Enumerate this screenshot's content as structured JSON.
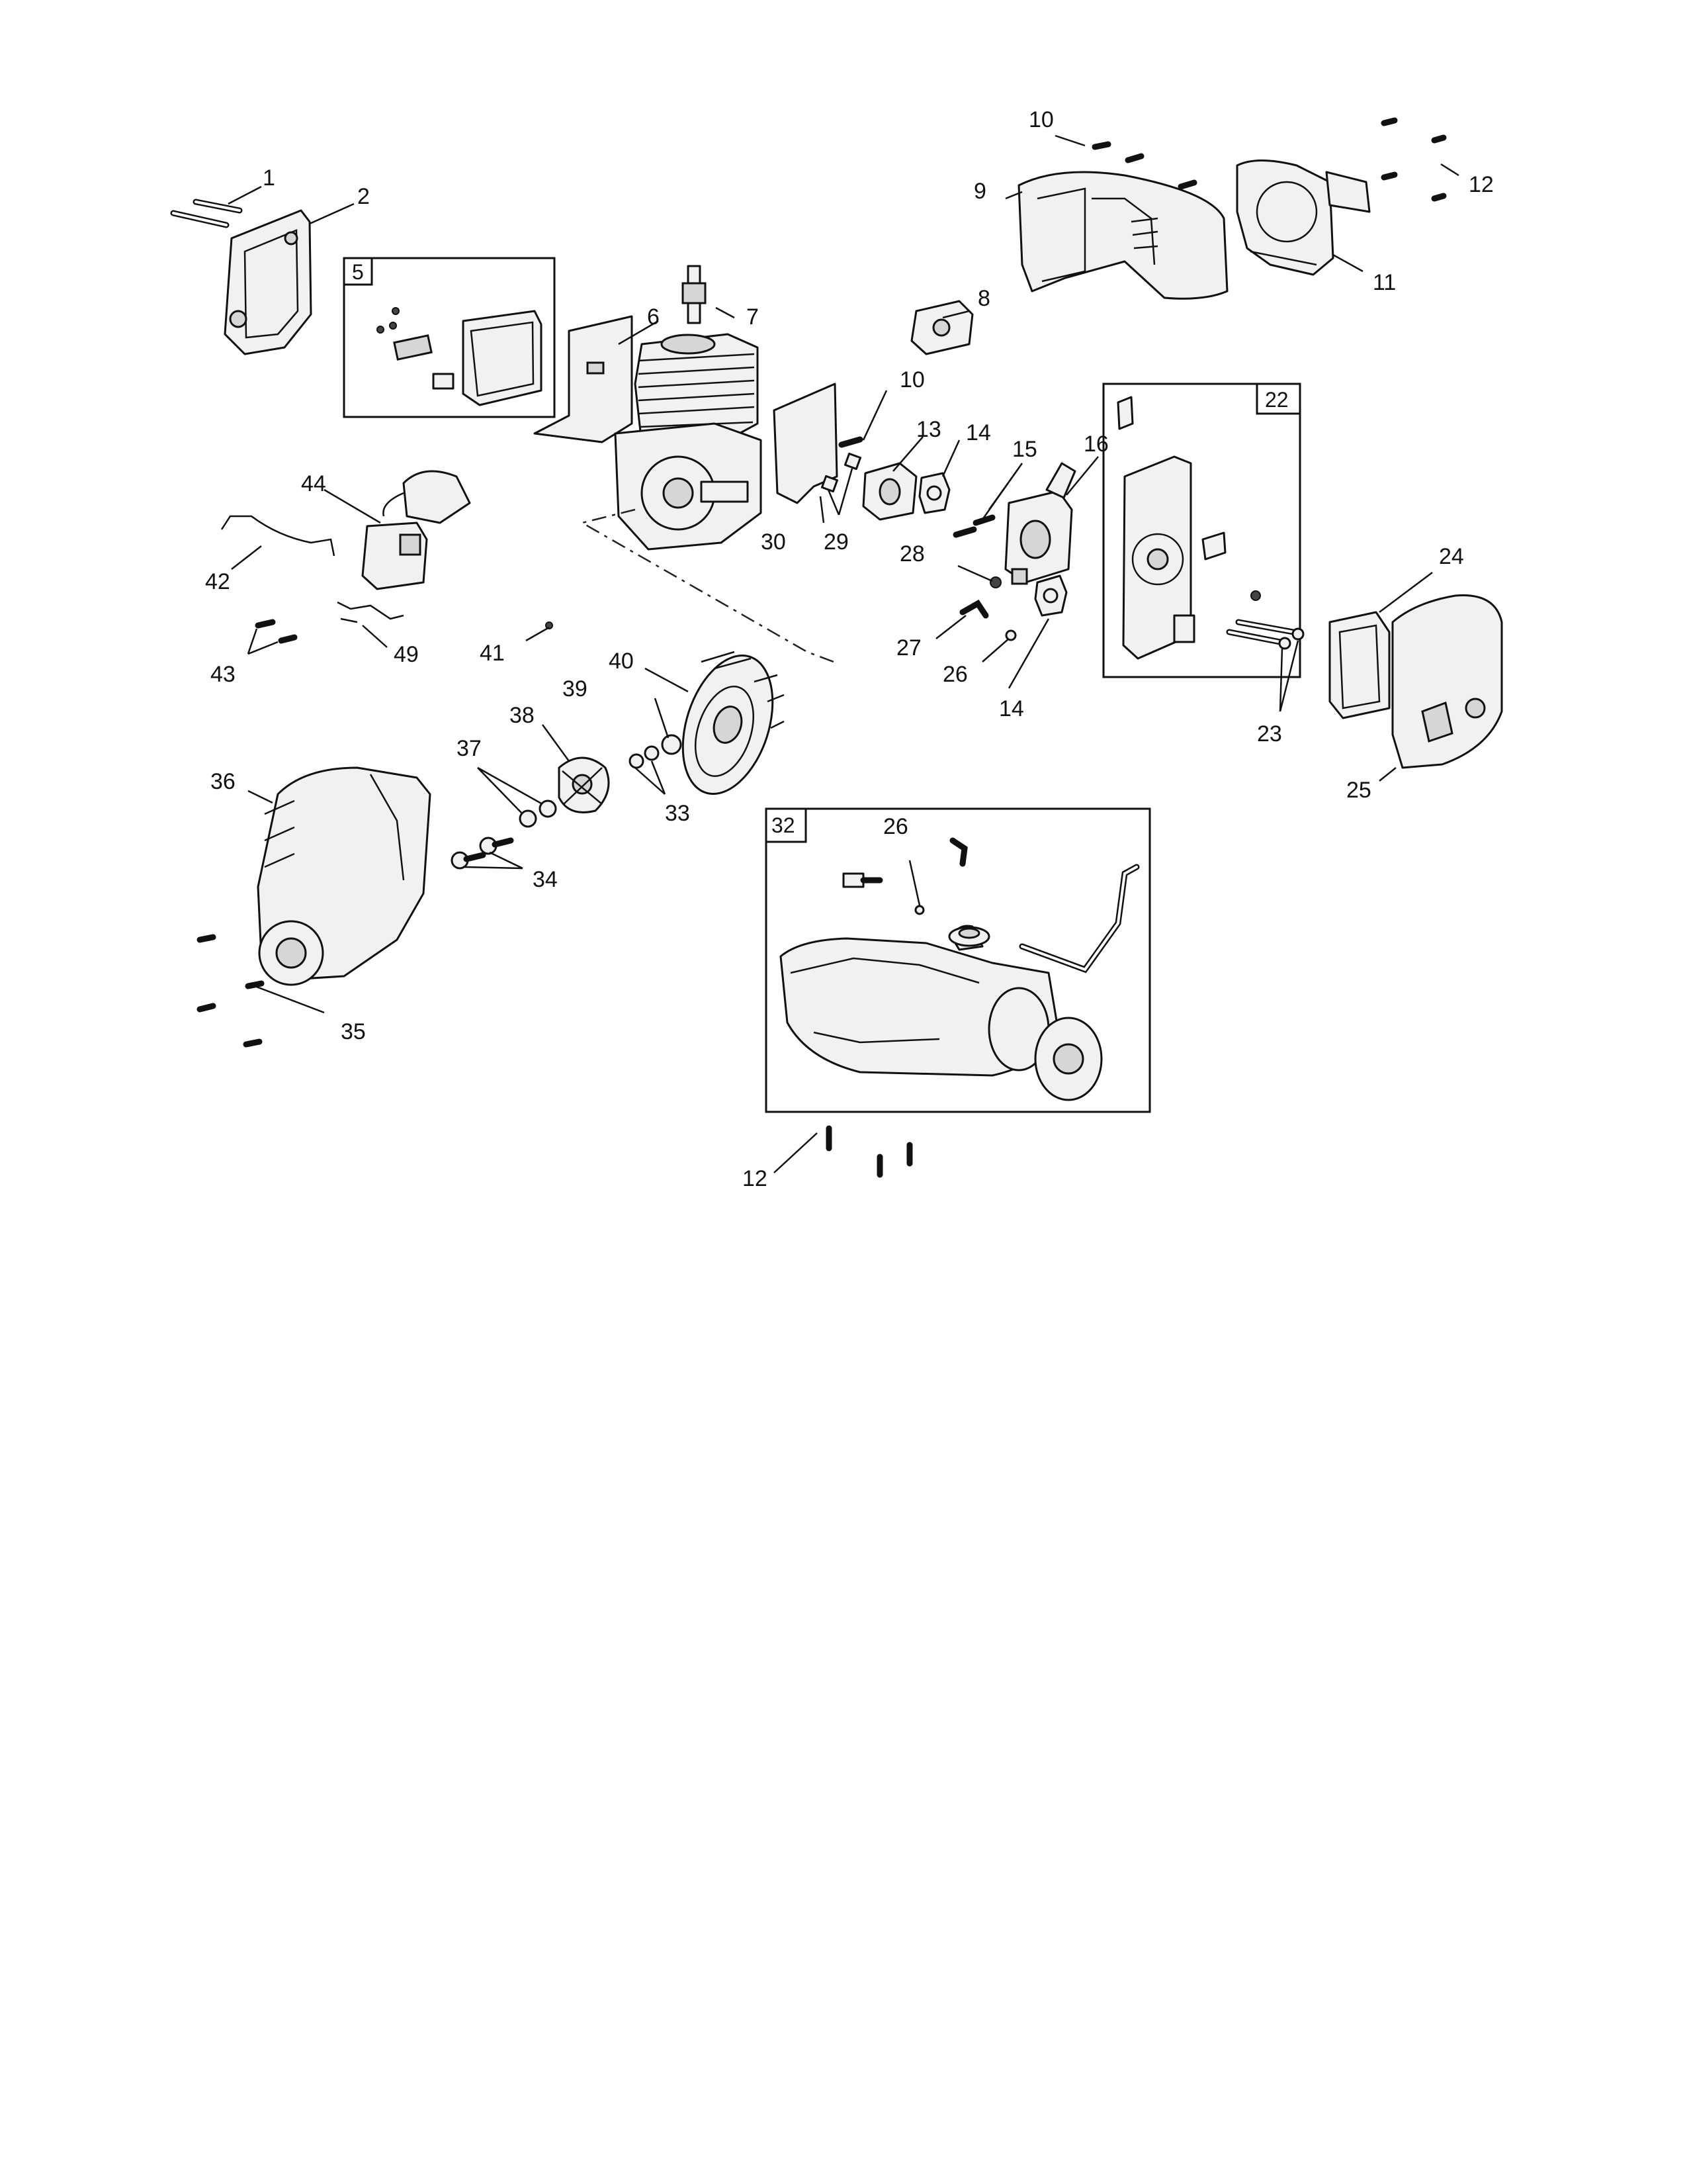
{
  "callouts": [
    {
      "id": "c1",
      "text": "1"
    },
    {
      "id": "c2",
      "text": "2"
    },
    {
      "id": "c5",
      "text": "5"
    },
    {
      "id": "c6",
      "text": "6"
    },
    {
      "id": "c7",
      "text": "7"
    },
    {
      "id": "c8",
      "text": "8"
    },
    {
      "id": "c9",
      "text": "9"
    },
    {
      "id": "c10a",
      "text": "10"
    },
    {
      "id": "c10b",
      "text": "10"
    },
    {
      "id": "c11",
      "text": "11"
    },
    {
      "id": "c12a",
      "text": "12"
    },
    {
      "id": "c12b",
      "text": "12"
    },
    {
      "id": "c13",
      "text": "13"
    },
    {
      "id": "c14a",
      "text": "14"
    },
    {
      "id": "c14b",
      "text": "14"
    },
    {
      "id": "c15",
      "text": "15"
    },
    {
      "id": "c16",
      "text": "16"
    },
    {
      "id": "c22",
      "text": "22"
    },
    {
      "id": "c23",
      "text": "23"
    },
    {
      "id": "c24",
      "text": "24"
    },
    {
      "id": "c25",
      "text": "25"
    },
    {
      "id": "c26a",
      "text": "26"
    },
    {
      "id": "c26b",
      "text": "26"
    },
    {
      "id": "c27",
      "text": "27"
    },
    {
      "id": "c28",
      "text": "28"
    },
    {
      "id": "c29",
      "text": "29"
    },
    {
      "id": "c30",
      "text": "30"
    },
    {
      "id": "c32",
      "text": "32"
    },
    {
      "id": "c33",
      "text": "33"
    },
    {
      "id": "c34",
      "text": "34"
    },
    {
      "id": "c35",
      "text": "35"
    },
    {
      "id": "c36",
      "text": "36"
    },
    {
      "id": "c37",
      "text": "37"
    },
    {
      "id": "c38",
      "text": "38"
    },
    {
      "id": "c39",
      "text": "39"
    },
    {
      "id": "c40",
      "text": "40"
    },
    {
      "id": "c41",
      "text": "41"
    },
    {
      "id": "c42",
      "text": "42"
    },
    {
      "id": "c43",
      "text": "43"
    },
    {
      "id": "c44",
      "text": "44"
    },
    {
      "id": "c49",
      "text": "49"
    }
  ]
}
